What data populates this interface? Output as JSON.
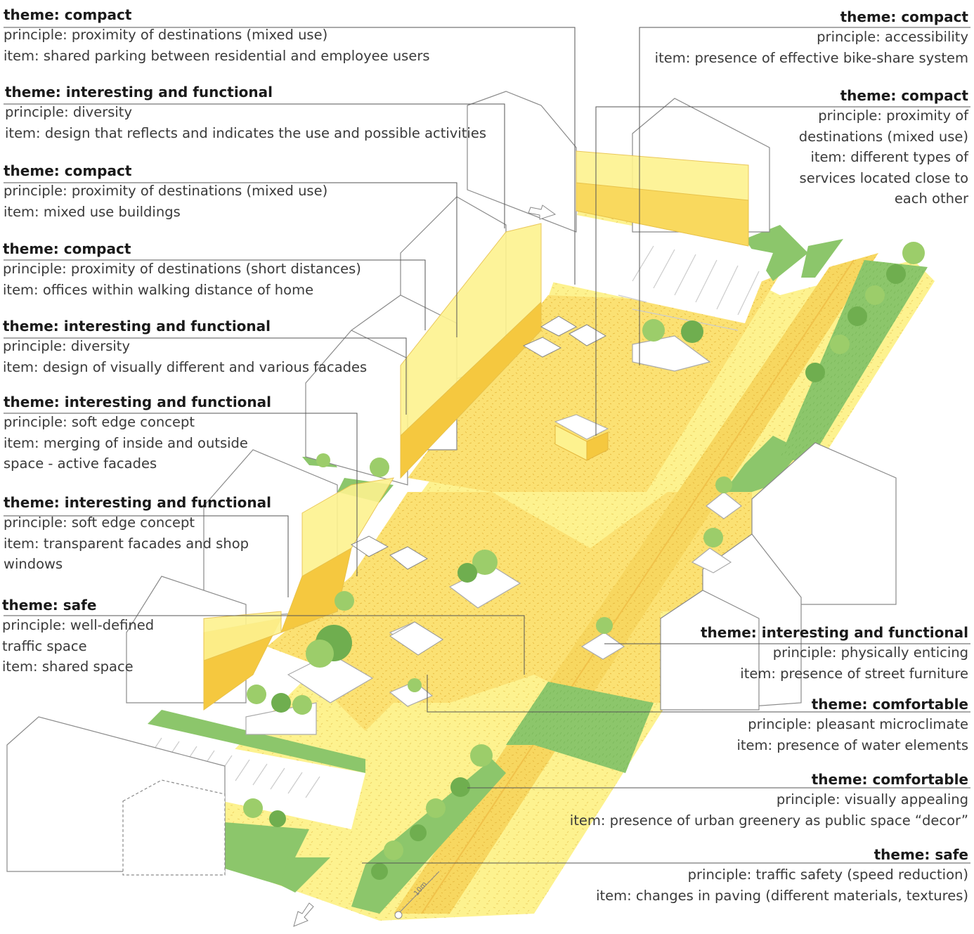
{
  "colors": {
    "paving_light": "#fdf28f",
    "paving_mid": "#fbe173",
    "paving_dark": "#f7c948",
    "grass": "#8cc66b",
    "grass_dark": "#6fae4f",
    "tree_light": "#9ccd6a",
    "tree_dark": "#5e9e3c",
    "building_line": "#8a8a8a",
    "leader_line": "#555555"
  },
  "annotations_left": [
    {
      "theme": "theme: compact",
      "lines": [
        "principle: proximity of destinations (mixed use)",
        "item:  shared parking between residential and employee users"
      ]
    },
    {
      "theme": "theme: interesting and functional",
      "lines": [
        "principle: diversity",
        "item: design that reflects and indicates the use and possible activities"
      ]
    },
    {
      "theme": "theme: compact",
      "lines": [
        "principle: proximity of destinations (mixed use)",
        "item: mixed use buildings"
      ]
    },
    {
      "theme": "theme: compact",
      "lines": [
        "principle: proximity of destinations (short distances)",
        "item: offices within walking distance of home"
      ]
    },
    {
      "theme": "theme: interesting and functional",
      "lines": [
        "principle: diversity",
        "item: design of visually different and various facades"
      ]
    },
    {
      "theme": "theme: interesting and functional",
      "lines": [
        "principle: soft edge concept",
        "item: merging of inside and outside",
        "space - active facades"
      ]
    },
    {
      "theme": "theme: interesting and functional",
      "lines": [
        "principle: soft edge concept",
        "item: transparent facades and shop",
        "windows"
      ]
    },
    {
      "theme": "theme: safe",
      "lines": [
        "principle: well-defined",
        "traffic space",
        "item: shared space"
      ]
    }
  ],
  "annotations_right": [
    {
      "theme": "theme: compact",
      "lines": [
        "principle: accessibility",
        "item: presence of effective bike-share system"
      ]
    },
    {
      "theme": "theme: compact",
      "lines": [
        "principle: proximity of",
        "destinations (mixed use)",
        "item: different types of",
        "services located close to",
        "each other"
      ]
    },
    {
      "theme": "theme: interesting and functional",
      "lines": [
        "principle: physically enticing",
        "item: presence of street furniture"
      ]
    },
    {
      "theme": "theme: comfortable",
      "lines": [
        "principle: pleasant microclimate",
        "item: presence of water elements"
      ]
    },
    {
      "theme": "theme: comfortable",
      "lines": [
        "principle: visually appealing",
        "item: presence of urban greenery as public space “decor”"
      ]
    },
    {
      "theme": "theme: safe",
      "lines": [
        "principle: traffic safety (speed reduction)",
        "item: changes in paving (different materials, textures)"
      ]
    }
  ],
  "scale_label": "10m"
}
